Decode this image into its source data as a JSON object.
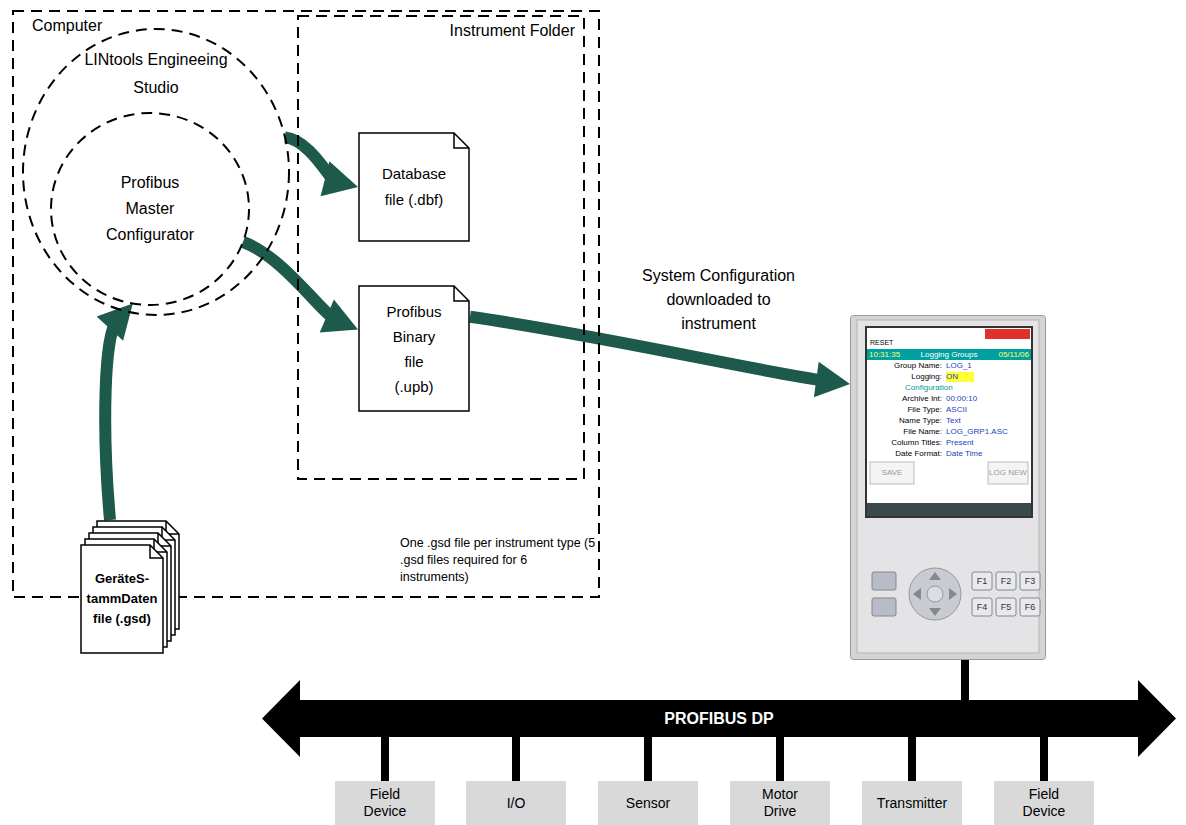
{
  "diagram": {
    "nodes": [
      {
        "text": [
          "Computer"
        ]
      },
      {
        "text": [
          "LINtools Engineeing Studio"
        ],
        "in": 0
      },
      {
        "text": [
          "Profibus Master Configurator"
        ],
        "in": 1
      },
      {
        "text": [
          "Instrument Folder"
        ],
        "in": 0
      },
      {
        "text": [
          "Database file (.dbf)"
        ],
        "in": 3
      },
      {
        "text": [
          "Profibus Binary file (.upb)"
        ],
        "in": 3
      },
      {
        "text": [
          "GeräteS- tammDaten file (.gsd)"
        ],
        "in": 0
      },
      {
        "text": [
          "RESET",
          "10:31:35",
          "Logging Groups",
          "05/11/06",
          "Group Name:",
          "LOG_1",
          "Logging:",
          "ON",
          "Configuration",
          "Archive Int:",
          "00:00:10",
          "File Type:",
          "ASCII",
          "Name Type:",
          "Text",
          "File Name:",
          "LOG_GRP1.ASC",
          "Column Titles:",
          "Present",
          "Date Format:",
          "Date Time",
          "SAVE",
          "LOG NEW",
          "F1",
          "F2",
          "F3",
          "F4",
          "F5",
          "F6"
        ]
      },
      {
        "text": [
          "PROFIBUS DP"
        ]
      },
      {
        "text": [
          "Field Device"
        ]
      },
      {
        "text": [
          "I/O"
        ]
      },
      {
        "text": [
          "Sensor"
        ]
      },
      {
        "text": [
          "Motor Drive"
        ]
      },
      {
        "text": [
          "Transmitter"
        ]
      },
      {
        "text": [
          "Field Device"
        ]
      }
    ],
    "edges": [
      {
        "from": 1,
        "to": 4,
        "arrow": "to"
      },
      {
        "from": 2,
        "to": 5,
        "arrow": "to"
      },
      {
        "from": 6,
        "to": 2,
        "arrow": "to"
      },
      {
        "from": 5,
        "to": 7,
        "arrow": "to",
        "label": "System Configuration downloaded to instrument"
      },
      {
        "from": 7,
        "to": 8,
        "arrow": "none"
      },
      {
        "from": 8,
        "to": 9,
        "arrow": "none"
      },
      {
        "from": 8,
        "to": 10,
        "arrow": "none"
      },
      {
        "from": 8,
        "to": 11,
        "arrow": "none"
      },
      {
        "from": 8,
        "to": 12,
        "arrow": "none"
      },
      {
        "from": 8,
        "to": 13,
        "arrow": "none"
      },
      {
        "from": 8,
        "to": 14,
        "arrow": "none"
      }
    ],
    "labels": [
      "One .gsd file per instrument type (5 .gsd files required for 6 instruments)"
    ]
  }
}
